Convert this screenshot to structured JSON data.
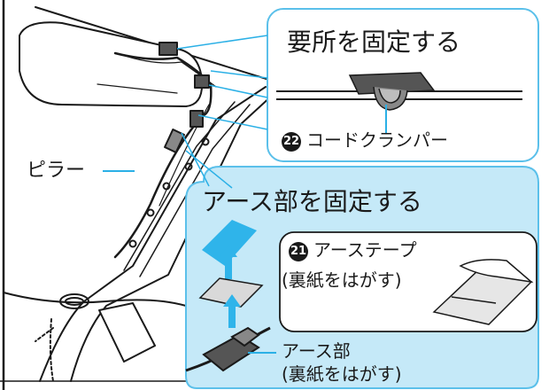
{
  "labels": {
    "fix_points_title": "要所を固定する",
    "cord_clamper_number": "22",
    "cord_clamper_label": "コードクランパー",
    "pillar_label": "ピラー",
    "ground_fix_title": "アース部を固定する",
    "earth_tape_number": "21",
    "earth_tape_label": "アーステープ",
    "earth_tape_note": "(裏紙をはがす)",
    "earth_part_label": "アース部",
    "earth_part_note": "(裏紙をはがす)"
  },
  "colors": {
    "callout_fill": "#c5e9f8",
    "callout_border": "#5bc0ea",
    "leader_line": "#2bb0e6",
    "arrow_blue": "#2fb4ea",
    "line_art": "#1a1a1a"
  }
}
